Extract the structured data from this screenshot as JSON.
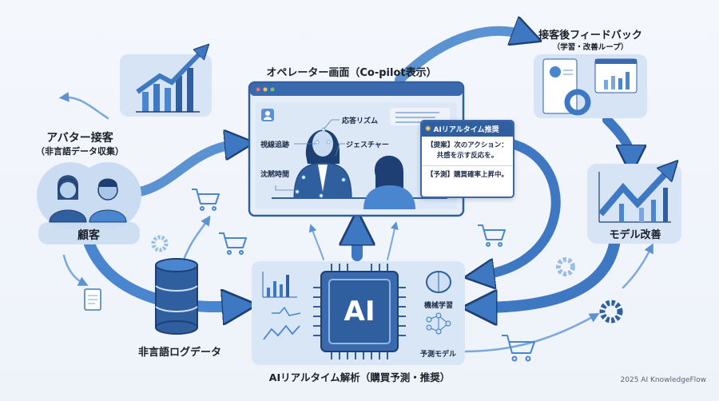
{
  "avatar": {
    "title": "アバター接客",
    "subtitle": "（非言語データ収集）",
    "customer_label": "顧客"
  },
  "operator": {
    "title": "オペレーター画面（Co-pilot表示）",
    "labels": {
      "rhythm": "応答リズム",
      "gaze": "視線追跡",
      "gesture": "ジェスチャー",
      "silence": "沈黙時間"
    },
    "recommendation": {
      "header": "AIリアルタイム推奨",
      "suggestion_line1": "【提案】次のアクション：",
      "suggestion_line2": "共感を示す反応を。",
      "prediction": "【予測】購買確率上昇中。"
    }
  },
  "feedback": {
    "title": "接客後フィードバック",
    "subtitle": "（学習・改善ループ）"
  },
  "model_improvement": {
    "label": "モデル改善"
  },
  "log_data": {
    "label": "非言語ログデータ"
  },
  "ai_analysis": {
    "chip_label": "AI",
    "title": "AIリアルタイム解析（購買予測・推奨）",
    "machine_learning": "機械学習",
    "prediction_model": "予測モデル"
  },
  "footer": "2025 AI KnowledgeFlow",
  "colors": {
    "primary": "#2f5f9f",
    "light": "#cfdff2",
    "accent": "#4a86cf",
    "dark": "#1e3f73"
  },
  "icons": [
    "growth-chart-icon",
    "avatar-people-icon",
    "shopping-cart-icon",
    "gear-icon",
    "document-icon",
    "database-icon",
    "ai-chip-icon",
    "brain-icon",
    "neural-network-icon",
    "report-icon",
    "lightbulb-icon",
    "user-icon"
  ]
}
